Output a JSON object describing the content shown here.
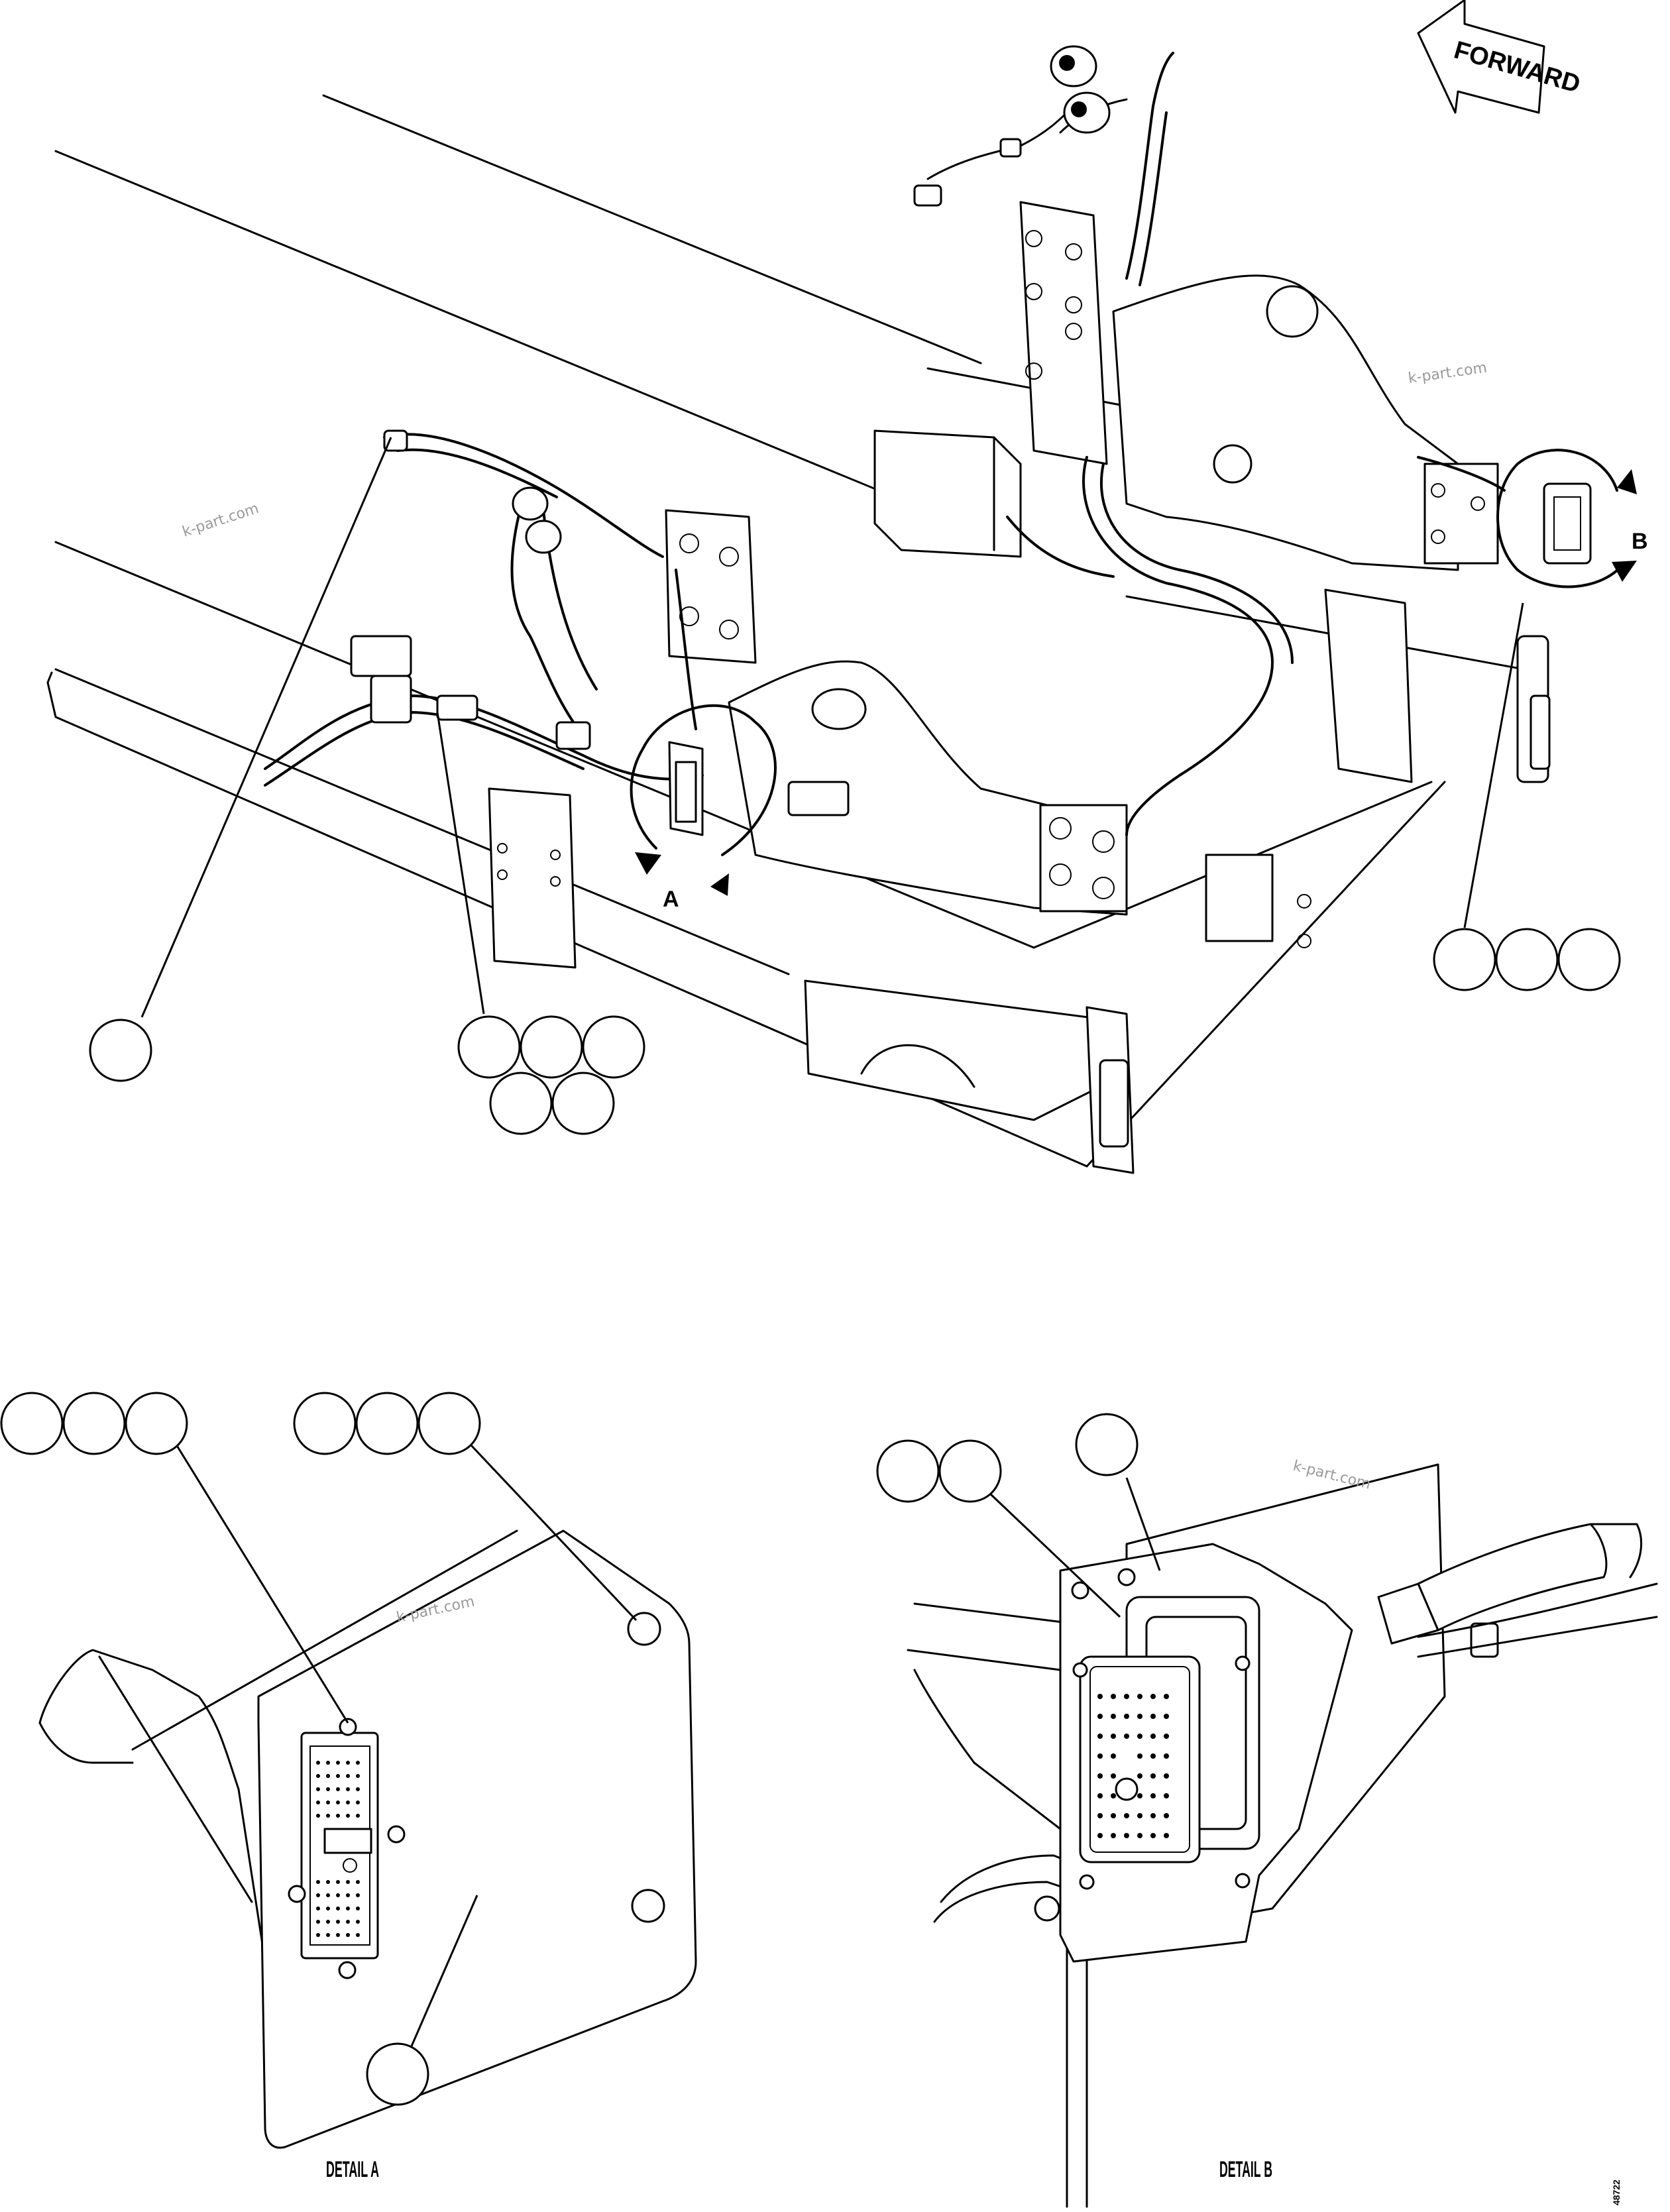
{
  "direction_arrow": {
    "label": "FORWARD"
  },
  "callouts": {
    "detail_a_marker": "A",
    "detail_b_marker": "B"
  },
  "captions": {
    "detail_a": "DETAIL A",
    "detail_b": "DETAIL B"
  },
  "watermark": "k-part.com",
  "drawing_number": "48722"
}
